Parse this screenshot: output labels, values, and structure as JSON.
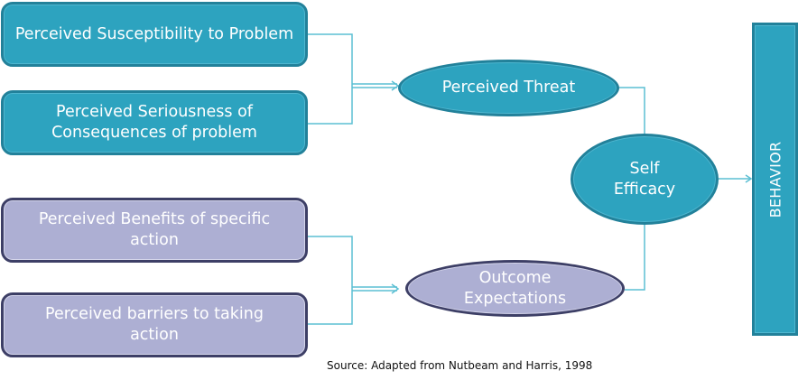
{
  "diagram": {
    "title": "Health Belief Model",
    "colors": {
      "teal_fill": "#2da3bf",
      "teal_border": "#22819a",
      "lavender_fill": "#adafd3",
      "lavender_border": "#3d3f66",
      "connector": "#5bbfd3",
      "text_on_shape": "#ffffff"
    },
    "boxes": [
      {
        "id": "b1",
        "label": "Perceived Susceptibility to Problem",
        "style": "teal"
      },
      {
        "id": "b2",
        "label": "Perceived Seriousness of Consequences of problem",
        "style": "teal"
      },
      {
        "id": "b3",
        "label": "Perceived Benefits of specific action",
        "style": "lavender"
      },
      {
        "id": "b4",
        "label": "Perceived barriers to taking action",
        "style": "lavender"
      }
    ],
    "ellipses": {
      "threat": {
        "label": "Perceived Threat",
        "style": "teal"
      },
      "outcome": {
        "label": "Outcome Expectations",
        "style": "lavender"
      },
      "self_efficacy": {
        "label": "Self Efficacy",
        "style": "teal"
      }
    },
    "behavior": {
      "label": "BEHAVIOR",
      "style": "teal"
    },
    "edges": [
      {
        "from": [
          "Perceived Susceptibility to Problem",
          "Perceived Seriousness of Consequences of problem"
        ],
        "to": "Perceived Threat",
        "type": "double-arrow"
      },
      {
        "from": [
          "Perceived Benefits of specific action",
          "Perceived barriers to taking action"
        ],
        "to": "Outcome Expectations",
        "type": "double-arrow"
      },
      {
        "from": [
          "Perceived Threat",
          "Outcome Expectations"
        ],
        "to": "Self Efficacy",
        "type": "line"
      },
      {
        "from": [
          "Self Efficacy"
        ],
        "to": "BEHAVIOR",
        "type": "arrow"
      }
    ],
    "source": "Source: Adapted from Nutbeam and Harris, 1998"
  }
}
